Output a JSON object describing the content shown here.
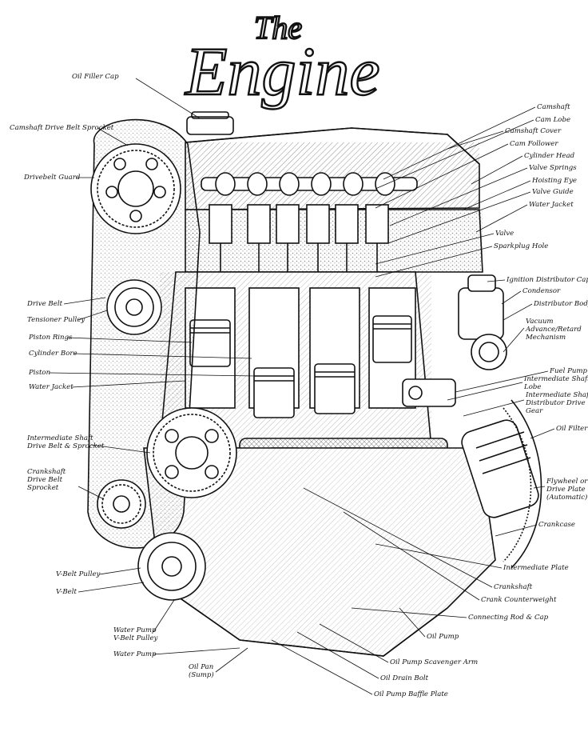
{
  "diagram": {
    "title_line1": "The",
    "title_line2": "Engine",
    "credit": "",
    "labels_left": [
      {
        "id": "oil-filler-cap",
        "text": "Oil Filler Cap"
      },
      {
        "id": "camshaft-drive-belt-sprocket",
        "text": "Camshaft Drive Belt Sprocket"
      },
      {
        "id": "drivebelt-guard",
        "text": "Drivebelt Guard"
      },
      {
        "id": "drive-belt",
        "text": "Drive Belt"
      },
      {
        "id": "tensioner-pulley",
        "text": "Tensioner Pulley"
      },
      {
        "id": "piston-rings",
        "text": "Piston Rings"
      },
      {
        "id": "cylinder-bore",
        "text": "Cylinder Bore"
      },
      {
        "id": "piston",
        "text": "Piston"
      },
      {
        "id": "water-jacket-left",
        "text": "Water Jacket"
      },
      {
        "id": "intermediate-shaft-drive-belt",
        "text": "Intermediate Shaft\nDrive Belt & Sprocket"
      },
      {
        "id": "crankshaft-drive-belt-sprocket",
        "text": "Crankshaft\nDrive Belt\nSprocket"
      },
      {
        "id": "v-belt-pulley",
        "text": "V-Belt Pulley"
      },
      {
        "id": "v-belt",
        "text": "V-Belt"
      },
      {
        "id": "water-pump-v-belt-pulley",
        "text": "Water Pump\nV-Belt Pulley"
      },
      {
        "id": "water-pump",
        "text": "Water Pump"
      },
      {
        "id": "oil-pan",
        "text": "Oil Pan\n(Sump)"
      }
    ],
    "labels_right": [
      {
        "id": "camshaft",
        "text": "Camshaft"
      },
      {
        "id": "cam-lobe",
        "text": "Cam Lobe"
      },
      {
        "id": "camshaft-cover",
        "text": "Camshaft Cover"
      },
      {
        "id": "cam-follower",
        "text": "Cam Follower"
      },
      {
        "id": "cylinder-head",
        "text": "Cylinder Head"
      },
      {
        "id": "valve-springs",
        "text": "Valve Springs"
      },
      {
        "id": "hoisting-eye",
        "text": "Hoisting Eye"
      },
      {
        "id": "valve-guide",
        "text": "Valve Guide"
      },
      {
        "id": "water-jacket-right",
        "text": "Water Jacket"
      },
      {
        "id": "valve",
        "text": "Valve"
      },
      {
        "id": "sparkplug-hole",
        "text": "Sparkplug Hole"
      },
      {
        "id": "ignition-distributor-cap",
        "text": "Ignition Distributor Cap"
      },
      {
        "id": "condensor",
        "text": "Condensor"
      },
      {
        "id": "distributor-body",
        "text": "Distributor Body"
      },
      {
        "id": "vacuum-advance",
        "text": "Vacuum\nAdvance/Retard\nMechanism"
      },
      {
        "id": "fuel-pump",
        "text": "Fuel Pump"
      },
      {
        "id": "intermediate-shaft-lobe",
        "text": "Intermediate Shaft\nLobe"
      },
      {
        "id": "intermediate-shaft-distributor-drive",
        "text": "Intermediate Shaft\nDistributor Drive\nGear"
      },
      {
        "id": "oil-filter",
        "text": "Oil Filter"
      },
      {
        "id": "flywheel",
        "text": "Flywheel or\nDrive Plate\n(Automatic)"
      },
      {
        "id": "crankcase",
        "text": "Crankcase"
      },
      {
        "id": "intermediate-plate",
        "text": "Intermediate Plate"
      },
      {
        "id": "crankshaft",
        "text": "Crankshaft"
      },
      {
        "id": "crank-counterweight",
        "text": "Crank Counterweight"
      },
      {
        "id": "connecting-rod",
        "text": "Connecting Rod & Cap"
      },
      {
        "id": "oil-pump",
        "text": "Oil Pump"
      },
      {
        "id": "oil-pump-scavenger-arm",
        "text": "Oil Pump Scavenger Arm"
      },
      {
        "id": "oil-drain-bolt",
        "text": "Oil Drain Bolt"
      },
      {
        "id": "oil-pump-baffle-plate",
        "text": "Oil Pump Baffle Plate"
      }
    ]
  }
}
